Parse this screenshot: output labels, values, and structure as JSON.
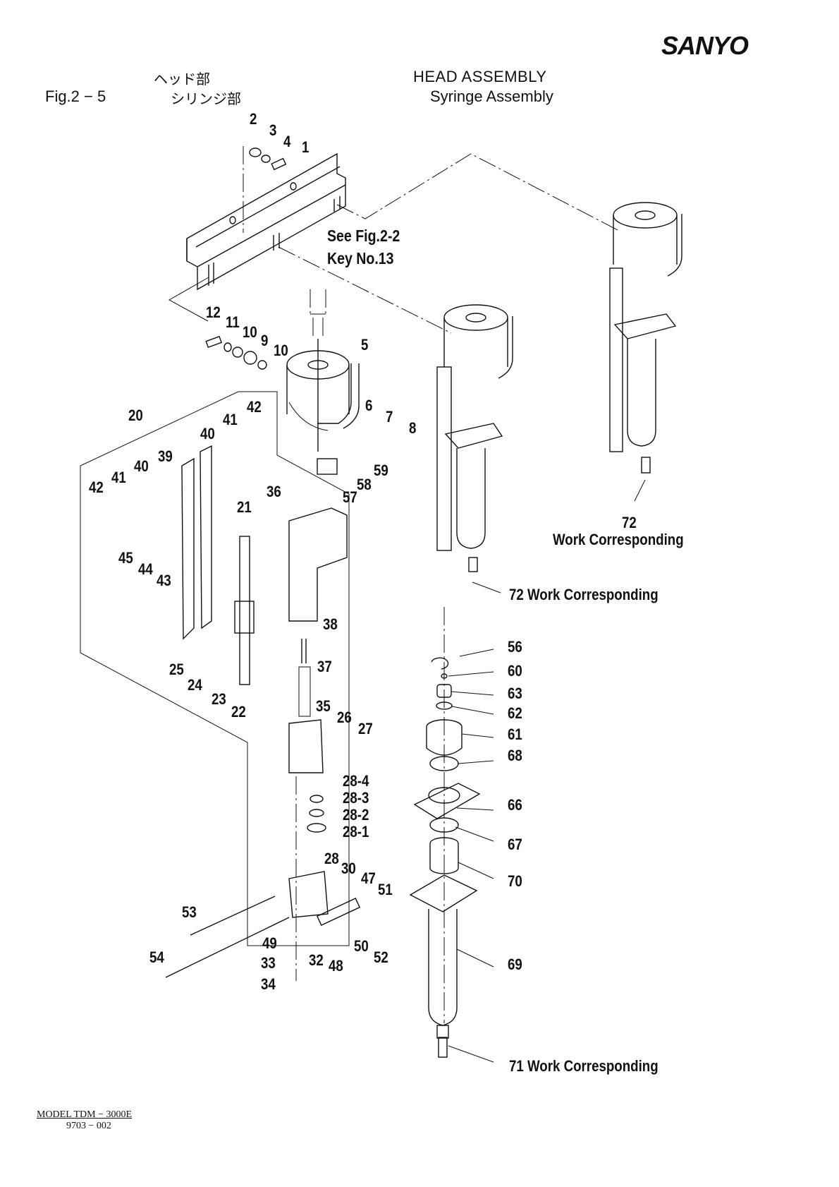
{
  "header": {
    "brand": "SANYO",
    "figure_no": "Fig.2 − 5",
    "title_jp_line1": "ヘッド部",
    "title_jp_line2": "シリンジ部",
    "title_en_line1": "HEAD  ASSEMBLY",
    "title_en_line2": "Syringe  Assembly"
  },
  "notes": {
    "see_ref_line1": "See Fig.2-2",
    "see_ref_line2": "Key No.13"
  },
  "part_labels": [
    {
      "id": "p2",
      "text": "2"
    },
    {
      "id": "p3",
      "text": "3"
    },
    {
      "id": "p4",
      "text": "4"
    },
    {
      "id": "p1",
      "text": "1"
    },
    {
      "id": "p12",
      "text": "12"
    },
    {
      "id": "p11",
      "text": "11"
    },
    {
      "id": "p10a",
      "text": "10"
    },
    {
      "id": "p9",
      "text": "9"
    },
    {
      "id": "p10b",
      "text": "10"
    },
    {
      "id": "p5",
      "text": "5"
    },
    {
      "id": "p6",
      "text": "6"
    },
    {
      "id": "p7",
      "text": "7"
    },
    {
      "id": "p8",
      "text": "8"
    },
    {
      "id": "p20",
      "text": "20"
    },
    {
      "id": "p42a",
      "text": "42"
    },
    {
      "id": "p41a",
      "text": "41"
    },
    {
      "id": "p40a",
      "text": "40"
    },
    {
      "id": "p39",
      "text": "39"
    },
    {
      "id": "p40b",
      "text": "40"
    },
    {
      "id": "p41b",
      "text": "41"
    },
    {
      "id": "p42b",
      "text": "42"
    },
    {
      "id": "p36",
      "text": "36"
    },
    {
      "id": "p57",
      "text": "57"
    },
    {
      "id": "p58",
      "text": "58"
    },
    {
      "id": "p59",
      "text": "59"
    },
    {
      "id": "p21",
      "text": "21"
    },
    {
      "id": "p45",
      "text": "45"
    },
    {
      "id": "p44",
      "text": "44"
    },
    {
      "id": "p43",
      "text": "43"
    },
    {
      "id": "p38",
      "text": "38"
    },
    {
      "id": "p37",
      "text": "37"
    },
    {
      "id": "p25",
      "text": "25"
    },
    {
      "id": "p24",
      "text": "24"
    },
    {
      "id": "p23",
      "text": "23"
    },
    {
      "id": "p22",
      "text": "22"
    },
    {
      "id": "p35",
      "text": "35"
    },
    {
      "id": "p26",
      "text": "26"
    },
    {
      "id": "p27",
      "text": "27"
    },
    {
      "id": "p28_4",
      "text": "28-4"
    },
    {
      "id": "p28_3",
      "text": "28-3"
    },
    {
      "id": "p28_2",
      "text": "28-2"
    },
    {
      "id": "p28_1",
      "text": "28-1"
    },
    {
      "id": "p28",
      "text": "28"
    },
    {
      "id": "p30",
      "text": "30"
    },
    {
      "id": "p47",
      "text": "47"
    },
    {
      "id": "p51",
      "text": "51"
    },
    {
      "id": "p53",
      "text": "53"
    },
    {
      "id": "p54",
      "text": "54"
    },
    {
      "id": "p49",
      "text": "49"
    },
    {
      "id": "p33",
      "text": "33"
    },
    {
      "id": "p32",
      "text": "32"
    },
    {
      "id": "p48",
      "text": "48"
    },
    {
      "id": "p50",
      "text": "50"
    },
    {
      "id": "p52",
      "text": "52"
    },
    {
      "id": "p34",
      "text": "34"
    },
    {
      "id": "p56",
      "text": "56"
    },
    {
      "id": "p60",
      "text": "60"
    },
    {
      "id": "p63",
      "text": "63"
    },
    {
      "id": "p62",
      "text": "62"
    },
    {
      "id": "p61",
      "text": "61"
    },
    {
      "id": "p68",
      "text": "68"
    },
    {
      "id": "p66",
      "text": "66"
    },
    {
      "id": "p67",
      "text": "67"
    },
    {
      "id": "p70",
      "text": "70"
    },
    {
      "id": "p69",
      "text": "69"
    }
  ],
  "callouts": {
    "p72_right_num": "72",
    "p72_right_text": "Work Corresponding",
    "p72_mid": "72  Work Corresponding",
    "p71": "71  Work Corresponding"
  },
  "footer": {
    "model": "MODEL  TDM − 3000E",
    "doc_no": "9703 − 002"
  }
}
